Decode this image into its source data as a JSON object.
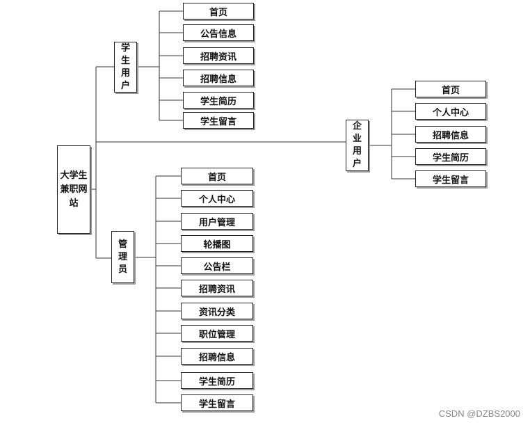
{
  "root": {
    "label": "大学生兼职网站"
  },
  "branches": {
    "student": {
      "label": "学生用户",
      "children": [
        "首页",
        "公告信息",
        "招聘资讯",
        "招聘信息",
        "学生简历",
        "学生留言"
      ]
    },
    "enterprise": {
      "label": "企业用户",
      "children": [
        "首页",
        "个人中心",
        "招聘信息",
        "学生简历",
        "学生留言"
      ]
    },
    "admin": {
      "label": "管理员",
      "children": [
        "首页",
        "个人中心",
        "用户管理",
        "轮播图",
        "公告栏",
        "招聘资讯",
        "资讯分类",
        "职位管理",
        "招聘信息",
        "学生简历",
        "学生留言"
      ]
    }
  },
  "watermark": "CSDN @DZBS2000"
}
